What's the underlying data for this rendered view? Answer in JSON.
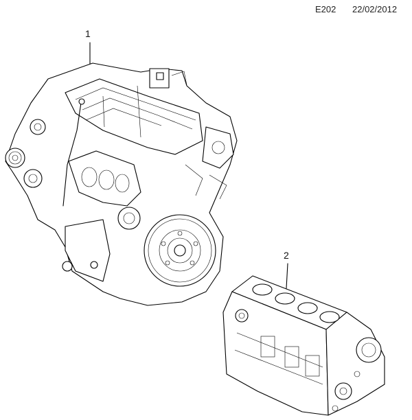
{
  "header": {
    "code": "E202",
    "date": "22/02/2012"
  },
  "callouts": [
    {
      "label": "1",
      "part": "complete-engine"
    },
    {
      "label": "2",
      "part": "short-block"
    }
  ]
}
